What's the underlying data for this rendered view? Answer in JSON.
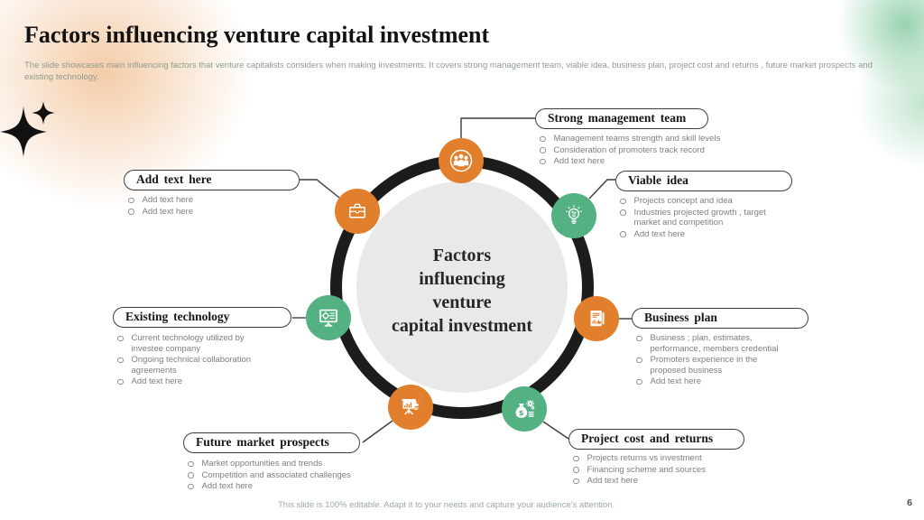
{
  "slide": {
    "title": "Factors influencing venture capital investment",
    "subtitle_line1": "The slide showcases main influencing factors that venture capitalists considers when making investments. It covers strong management team, viable idea, business plan, project cost and returns , future market prospects and",
    "subtitle_line2": "existing technology.",
    "footer": "This slide is 100% editable. Adapt it to your needs and capture your audience's attention.",
    "page_number": "6"
  },
  "center": {
    "lines": [
      "Factors",
      "influencing",
      "venture",
      "capital investment"
    ]
  },
  "colors": {
    "orange_accent": "#E17F2D",
    "green_accent": "#53B182",
    "ring_dark": "#1c1c1c",
    "inner_circle_gray": "#e9e9e9",
    "bullet_text_gray": "#7f7f7f",
    "subtitle_green_gray": "#8d9c8d"
  },
  "nodes": [
    {
      "title": "Strong management team",
      "icon": "team-people-icon",
      "accent": "orange",
      "bullets": [
        "Management teams strength and skill levels",
        "Consideration of promoters track record",
        "Add text here"
      ]
    },
    {
      "title": "Viable idea",
      "icon": "lightbulb-icon",
      "accent": "green",
      "bullets": [
        "Projects concept and idea",
        "Industries projected growth , target market and competition",
        "Add text here"
      ]
    },
    {
      "title": "Business plan",
      "icon": "report-document-icon",
      "accent": "orange",
      "bullets": [
        "Business ; plan, estimates, performance, members credential",
        "Promoters experience in the proposed business",
        "Add text here"
      ]
    },
    {
      "title": "Project cost and returns",
      "icon": "money-bag-gear-icon",
      "accent": "green",
      "bullets": [
        "Projects returns vs investment",
        "Financing scheme and sources",
        "Add text here"
      ]
    },
    {
      "title": "Future market prospects",
      "icon": "presentation-chart-icon",
      "accent": "orange",
      "bullets": [
        "Market opportunities and trends",
        "Competition and associated challenges",
        "Add text here"
      ]
    },
    {
      "title": "Existing technology",
      "icon": "monitor-gear-icon",
      "accent": "green",
      "bullets": [
        "Current technology utilized by investee company",
        "Ongoing technical collaboration agreements",
        "Add text here"
      ]
    },
    {
      "title": "Add text here",
      "icon": "briefcase-icon",
      "accent": "orange",
      "bullets": [
        "Add text here",
        "Add text here"
      ]
    }
  ]
}
